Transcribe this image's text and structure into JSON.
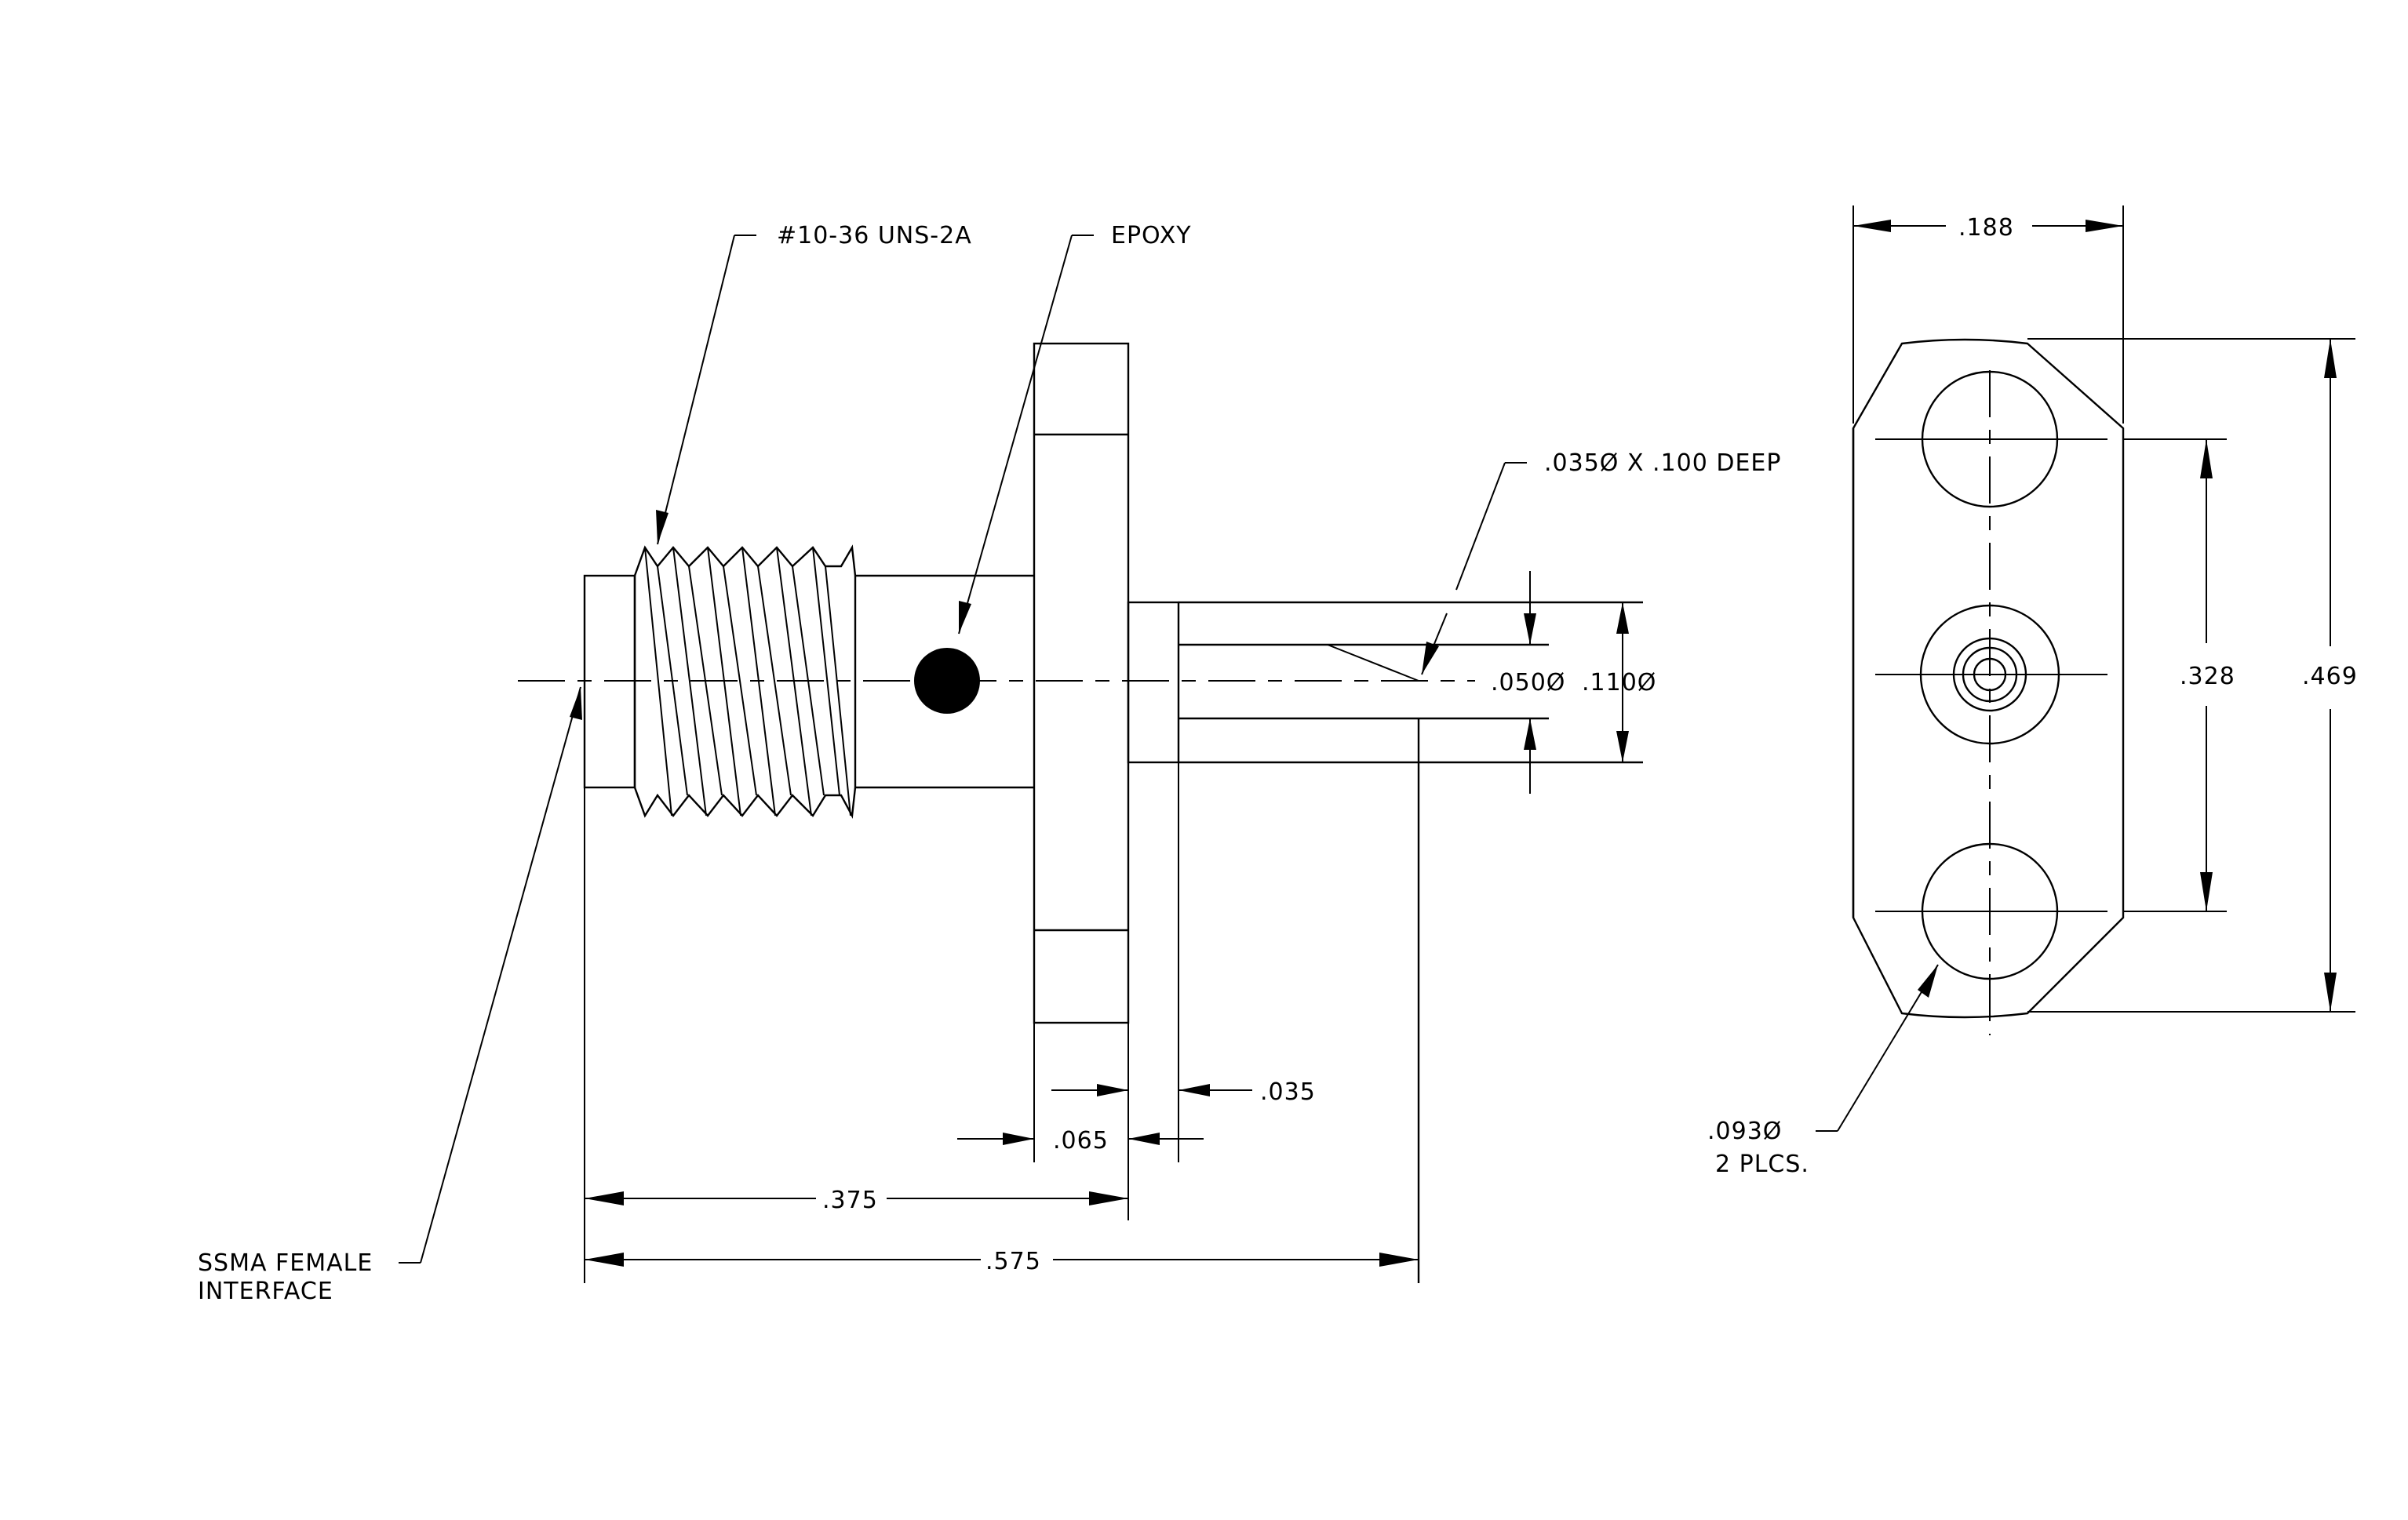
{
  "labels": {
    "thread": "#10-36 UNS-2A",
    "epoxy": "EPOXY",
    "hole_callout": ".035Ø X .100 DEEP",
    "interface_line1": "SSMA FEMALE",
    "interface_line2": "INTERFACE",
    "mount_hole_line1": ".093Ø",
    "mount_hole_line2": "2 PLCS."
  },
  "dimensions": {
    "pin_dia_small": ".050Ø",
    "pin_dia_large": ".110Ø",
    "flange_thickness": ".065",
    "pin_shoulder": ".035",
    "body_length": ".375",
    "overall_length": ".575",
    "flange_width": ".188",
    "hole_spacing": ".328",
    "flange_height": ".469"
  }
}
